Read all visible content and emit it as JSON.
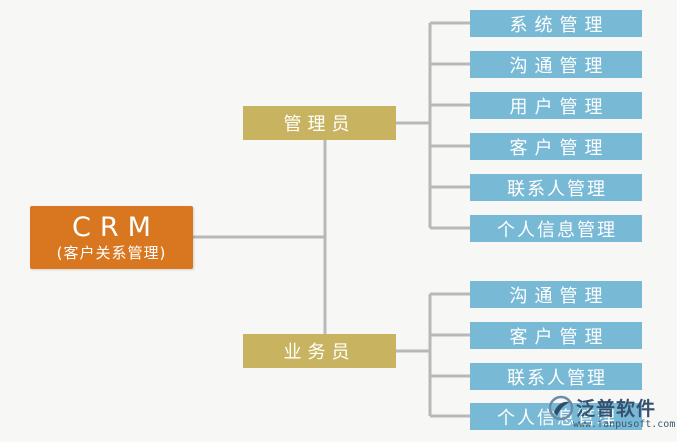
{
  "colors": {
    "root": "#d8771f",
    "mid": "#c8b460",
    "leaf": "#78bad6",
    "line": "#b8b8b8"
  },
  "root": {
    "title": "CRM",
    "subtitle": "(客户关系管理)"
  },
  "branches": [
    {
      "label": "管理员",
      "children": [
        "系统管理",
        "沟通管理",
        "用户管理",
        "客户管理",
        "联系人管理",
        "个人信息管理"
      ]
    },
    {
      "label": "业务员",
      "children": [
        "沟通管理",
        "客户管理",
        "联系人管理",
        "个人信息管理"
      ]
    }
  ],
  "watermark": {
    "name": "泛普软件",
    "url": "www.fanpusoft.com",
    "icon": "fanpu-logo-icon"
  }
}
